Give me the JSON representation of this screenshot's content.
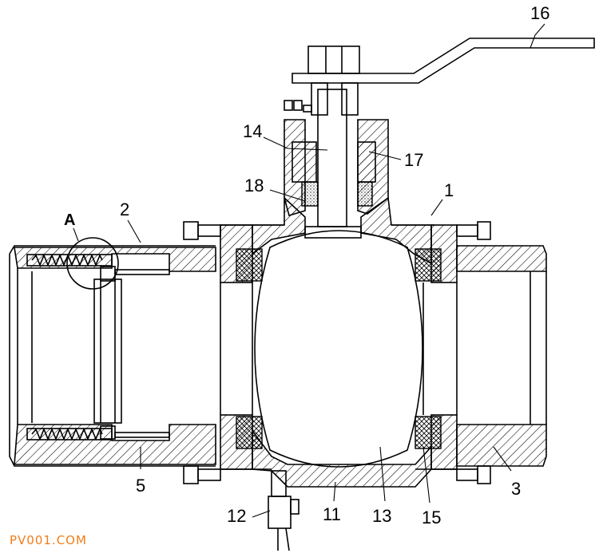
{
  "labels": {
    "n1": "1",
    "n2": "2",
    "n3": "3",
    "n5": "5",
    "n11": "11",
    "n12": "12",
    "n13": "13",
    "n14": "14",
    "n15": "15",
    "n16": "16",
    "n17": "17",
    "n18": "18",
    "detail_a": "A"
  },
  "watermark": "PV001.COM",
  "colors": {
    "line": "#000000",
    "watermark": "#f07d1a"
  }
}
